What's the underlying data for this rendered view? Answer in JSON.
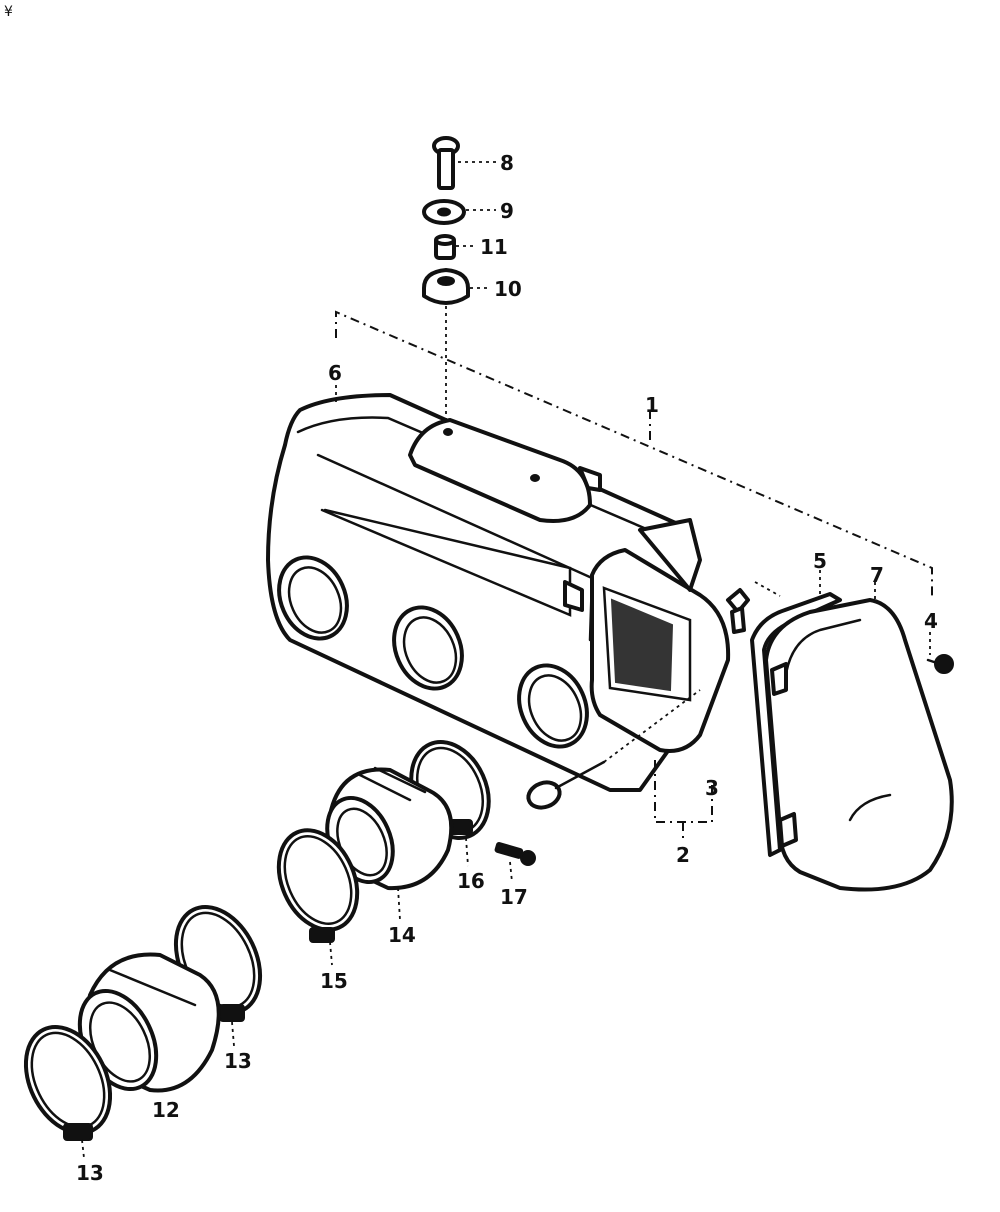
{
  "corner_mark": "¥",
  "callouts": [
    "1",
    "2",
    "3",
    "4",
    "5",
    "6",
    "7",
    "8",
    "9",
    "10",
    "11",
    "12",
    "13",
    "13",
    "14",
    "15",
    "16",
    "17"
  ]
}
